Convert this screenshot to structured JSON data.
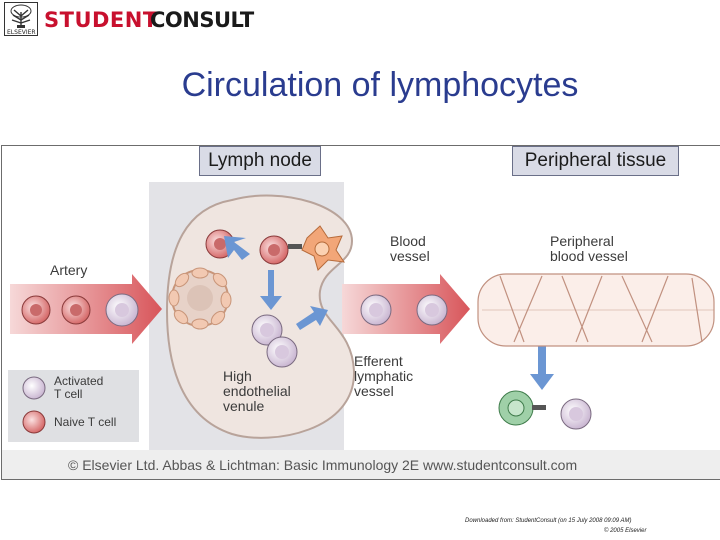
{
  "brand": {
    "publisher_word": "ELSEVIER",
    "student": "STUDENT",
    "consult": "CONSULT"
  },
  "slide": {
    "title": "Circulation of lymphocytes"
  },
  "figure": {
    "header_lymph_node": "Lymph node",
    "header_peripheral_tissue": "Peripheral tissue",
    "label_artery": "Artery",
    "label_blood_vessel": [
      "Blood",
      "vessel"
    ],
    "label_peripheral_blood_vessel": [
      "Peripheral",
      "blood vessel"
    ],
    "label_high_endothelial_venule": [
      "High",
      "endothelial",
      "venule"
    ],
    "label_efferent_lymphatic_vessel": [
      "Efferent",
      "lymphatic",
      "vessel"
    ],
    "legend": {
      "activated": [
        "Activated",
        "T cell"
      ],
      "naive": "Naive T cell"
    },
    "credit": "© Elsevier Ltd. Abbas & Lichtman: Basic Immunology 2E www.studentconsult.com",
    "colors": {
      "arrow_red": "#d8555a",
      "naive_cell": "#e58f8f",
      "activated_cell": "#ece4ef",
      "lymph_node_fill": "#efe5e0",
      "panel_gray": "#e3e3e7",
      "blue_arrow": "#6b96d3",
      "apc_orange": "#f2a678",
      "effector_green": "#9fd0a8"
    }
  },
  "download_note": {
    "line1": "Downloaded from: StudentConsult (on 15 July 2008 09:09 AM)",
    "line2": "© 2005 Elsevier"
  }
}
